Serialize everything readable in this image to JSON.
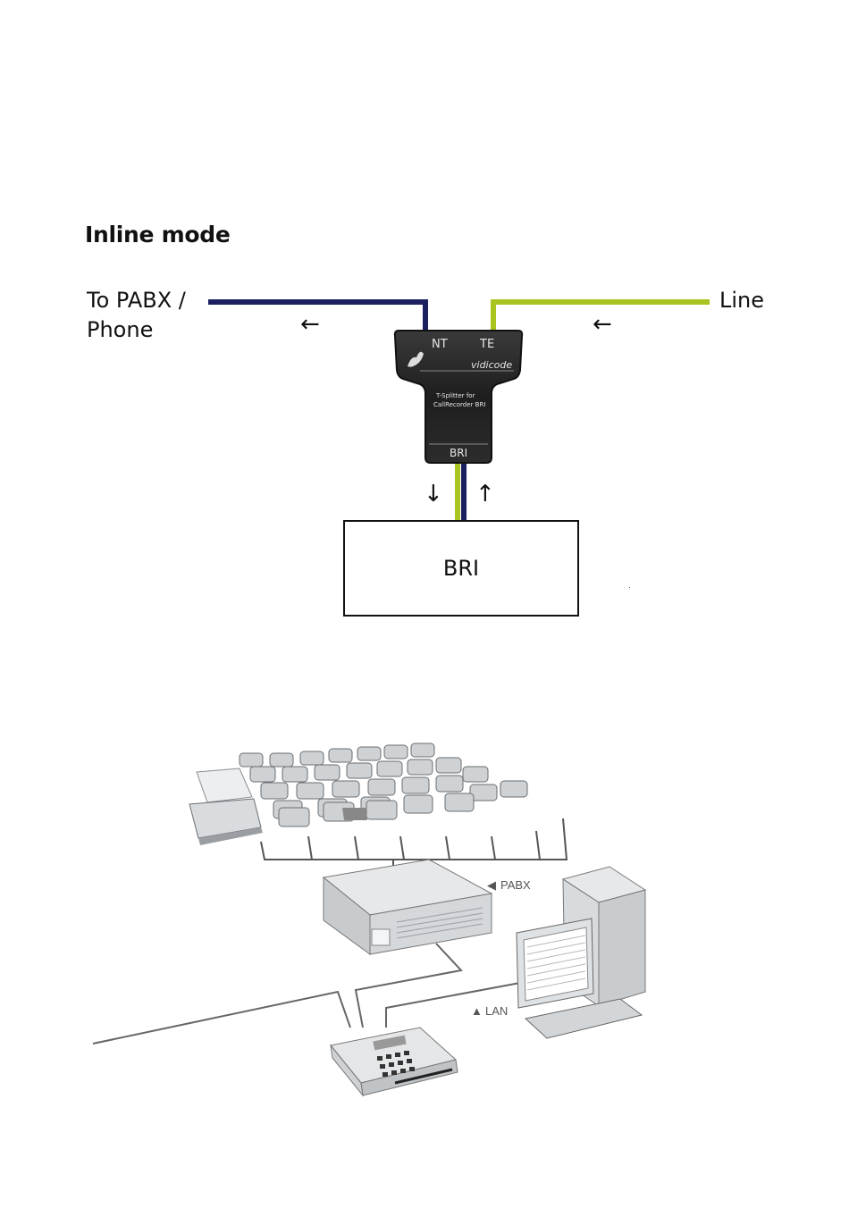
{
  "title": "Inline mode",
  "left_label": [
    "To PABX /",
    "Phone"
  ],
  "right_label": "Line",
  "arrows": {
    "to_pabx": "←",
    "from_line": "←",
    "down": "↓",
    "up": "↑"
  },
  "splitter": {
    "port_nt": "NT",
    "port_te": "TE",
    "brand": "vidicode",
    "caption_line1": "T-Splitter for",
    "caption_line2": "CallRecorder BRI",
    "port_bottom": "BRI"
  },
  "bri_box_label": "BRI",
  "network": {
    "pabx_label": "PABX",
    "lan_label": "LAN"
  },
  "colors": {
    "blue_wire": "#1a2060",
    "green_wire": "#a8c41e",
    "device_body": "#1e1e1e"
  }
}
